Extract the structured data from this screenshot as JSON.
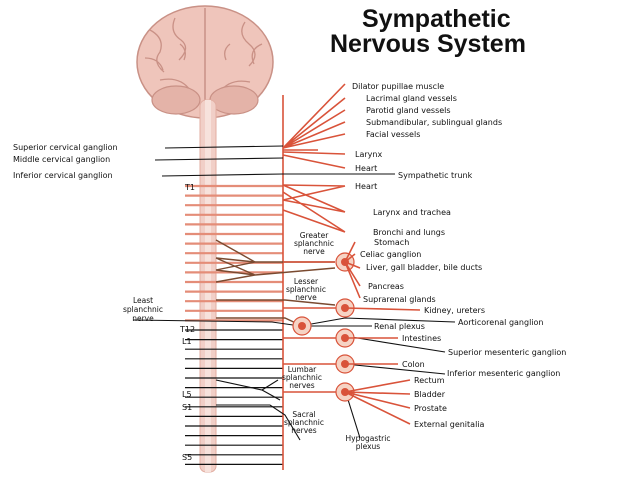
{
  "title": {
    "line1": "Sympathetic",
    "line2": "Nervous System"
  },
  "colors": {
    "nerve": "#d9533a",
    "leader": "#111111",
    "brain": "#efc5bb",
    "cord": "#f1cfc7",
    "ganglion_fill": "#f6d3c4"
  },
  "left_labels": {
    "superior_cervical": "Superior cervical ganglion",
    "middle_cervical": "Middle cervical ganglion",
    "inferior_cervical": "Inferior cervical ganglion",
    "least_splanchnic": [
      "Least",
      "splanchnic",
      "nerve"
    ]
  },
  "spinal_levels": {
    "t1": "T1",
    "t12": "T12",
    "l1": "L1",
    "l5": "L5",
    "s1": "S1",
    "s5": "S5"
  },
  "nerve_labels": {
    "greater": [
      "Greater",
      "splanchnic",
      "nerve"
    ],
    "lesser": [
      "Lesser",
      "splanchnic",
      "nerve"
    ],
    "lumbar": [
      "Lumbar",
      "splanchnic",
      "nerves"
    ],
    "sacral": [
      "Sacral",
      "splanchnic",
      "nerves"
    ],
    "hypogastric": [
      "Hypogastric",
      "plexus"
    ]
  },
  "targets": {
    "dilator": "Dilator pupillae muscle",
    "lacrimal": "Lacrimal gland vessels",
    "parotid": "Parotid gland vessels",
    "submandibular": "Submandibular, sublingual glands",
    "facial": "Facial vessels",
    "larynx": "Larynx",
    "heart1": "Heart",
    "sympathetic_trunk": "Sympathetic trunk",
    "heart2": "Heart",
    "larynx_trachea": "Larynx and trachea",
    "bronchi": "Bronchi and lungs",
    "stomach": "Stomach",
    "celiac": "Celiac ganglion",
    "liver": "Liver, gall bladder, bile ducts",
    "pancreas": "Pancreas",
    "suprarenal": "Suprarenal glands",
    "kidney": "Kidney, ureters",
    "renal_plexus": "Renal plexus",
    "aorticorenal": "Aorticorenal ganglion",
    "intestines": "Intestines",
    "superior_mesenteric": "Superior mesenteric ganglion",
    "colon": "Colon",
    "inferior_mesenteric": "Inferior mesenteric ganglion",
    "rectum": "Rectum",
    "bladder": "Bladder",
    "prostate": "Prostate",
    "genitalia": "External genitalia"
  }
}
